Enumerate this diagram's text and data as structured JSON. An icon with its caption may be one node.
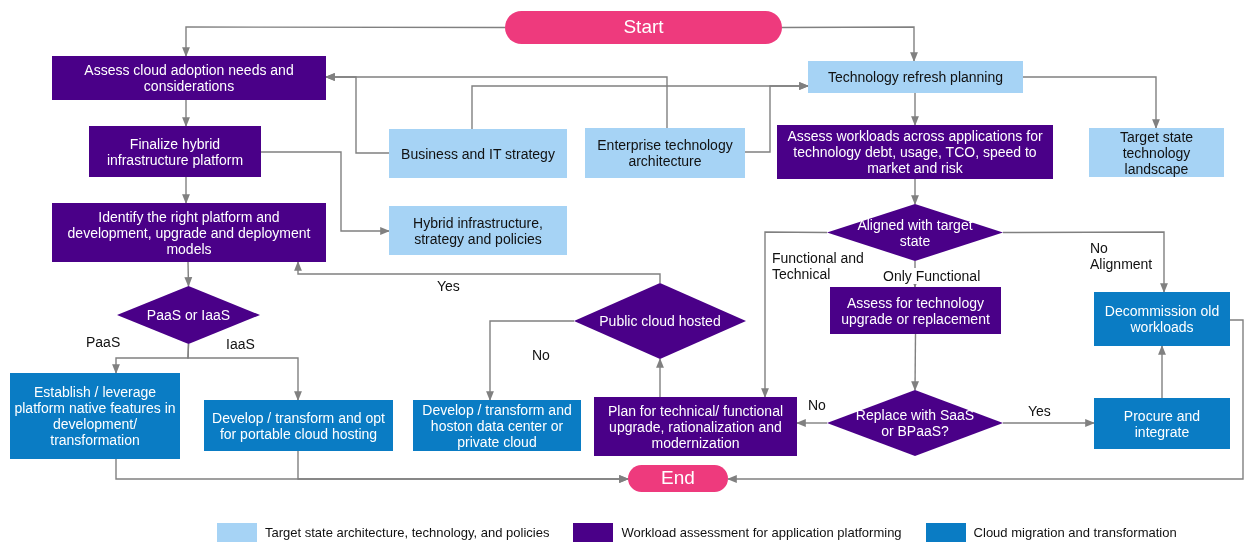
{
  "diagram": {
    "nodes": [
      {
        "text": [
          "Start"
        ]
      },
      {
        "text": [
          "Assess cloud adoption needs and considerations"
        ]
      },
      {
        "text": [
          "Technology refresh planning"
        ]
      },
      {
        "text": [
          "Finalize hybrid infrastructure platform"
        ]
      },
      {
        "text": [
          "Business and IT strategy"
        ]
      },
      {
        "text": [
          "Enterprise technology architecture"
        ]
      },
      {
        "text": [
          "Assess workloads across applications for technology debt, usage, TCO, speed to market and risk"
        ]
      },
      {
        "text": [
          "Target state technology landscape"
        ]
      },
      {
        "text": [
          "Identify the right platform and development, upgrade and deployment models"
        ]
      },
      {
        "text": [
          "Hybrid infrastructure, strategy and policies"
        ]
      },
      {
        "text": [
          "Aligned with target state"
        ]
      },
      {
        "text": [
          "PaaS or IaaS"
        ]
      },
      {
        "text": [
          "Public cloud hosted"
        ]
      },
      {
        "text": [
          "Assess for technology upgrade or replacement"
        ]
      },
      {
        "text": [
          "Decommission old workloads"
        ]
      },
      {
        "text": [
          "Establish / leverage platform native features in development/ transformation"
        ]
      },
      {
        "text": [
          "Develop / transform and opt for portable cloud hosting"
        ]
      },
      {
        "text": [
          "Develop / transform and hoston data center or private cloud"
        ]
      },
      {
        "text": [
          "Plan for technical/ functional upgrade, rationalization and modernization"
        ]
      },
      {
        "text": [
          "Replace with SaaS or BPaaS?"
        ]
      },
      {
        "text": [
          "Procure and integrate"
        ]
      },
      {
        "text": [
          "End"
        ]
      }
    ],
    "edges": [
      {
        "from": 0,
        "to": 1,
        "arrow": "to"
      },
      {
        "from": 0,
        "to": 2,
        "arrow": "to"
      },
      {
        "from": 1,
        "to": 3,
        "arrow": "to"
      },
      {
        "from": 4,
        "to": 1,
        "arrow": "to"
      },
      {
        "from": 5,
        "to": 1,
        "arrow": "to"
      },
      {
        "from": 4,
        "to": 2,
        "arrow": "to"
      },
      {
        "from": 5,
        "to": 2,
        "arrow": "to"
      },
      {
        "from": 3,
        "to": 8,
        "arrow": "to"
      },
      {
        "from": 3,
        "to": 9,
        "arrow": "to"
      },
      {
        "from": 8,
        "to": 11,
        "arrow": "to"
      },
      {
        "from": 11,
        "to": 15,
        "arrow": "to",
        "label": "PaaS"
      },
      {
        "from": 11,
        "to": 16,
        "arrow": "to",
        "label": "IaaS"
      },
      {
        "from": 15,
        "to": 21,
        "arrow": "to"
      },
      {
        "from": 16,
        "to": 21,
        "arrow": "to"
      },
      {
        "from": 2,
        "to": 6,
        "arrow": "to"
      },
      {
        "from": 2,
        "to": 7,
        "arrow": "to"
      },
      {
        "from": 6,
        "to": 10,
        "arrow": "to"
      },
      {
        "from": 10,
        "to": 18,
        "arrow": "to",
        "label": "Functional and Technical"
      },
      {
        "from": 10,
        "to": 13,
        "arrow": "to",
        "label": "Only Functional"
      },
      {
        "from": 10,
        "to": 14,
        "arrow": "to",
        "label": "No Alignment"
      },
      {
        "from": 13,
        "to": 19,
        "arrow": "to"
      },
      {
        "from": 19,
        "to": 18,
        "arrow": "to",
        "label": "No"
      },
      {
        "from": 19,
        "to": 20,
        "arrow": "to",
        "label": "Yes"
      },
      {
        "from": 20,
        "to": 14,
        "arrow": "to"
      },
      {
        "from": 14,
        "to": 21,
        "arrow": "to"
      },
      {
        "from": 18,
        "to": 12,
        "arrow": "to"
      },
      {
        "from": 12,
        "to": 8,
        "arrow": "to",
        "label": "Yes"
      },
      {
        "from": 12,
        "to": 17,
        "arrow": "to",
        "label": "No"
      }
    ],
    "legend": [
      {
        "text": "Target state architecture, technology, and policies",
        "color": "#a6d3f5"
      },
      {
        "text": "Workload assessment for application platforming",
        "color": "#4a0088"
      },
      {
        "text": "Cloud migration and transformation",
        "color": "#0a7cc4"
      }
    ]
  }
}
